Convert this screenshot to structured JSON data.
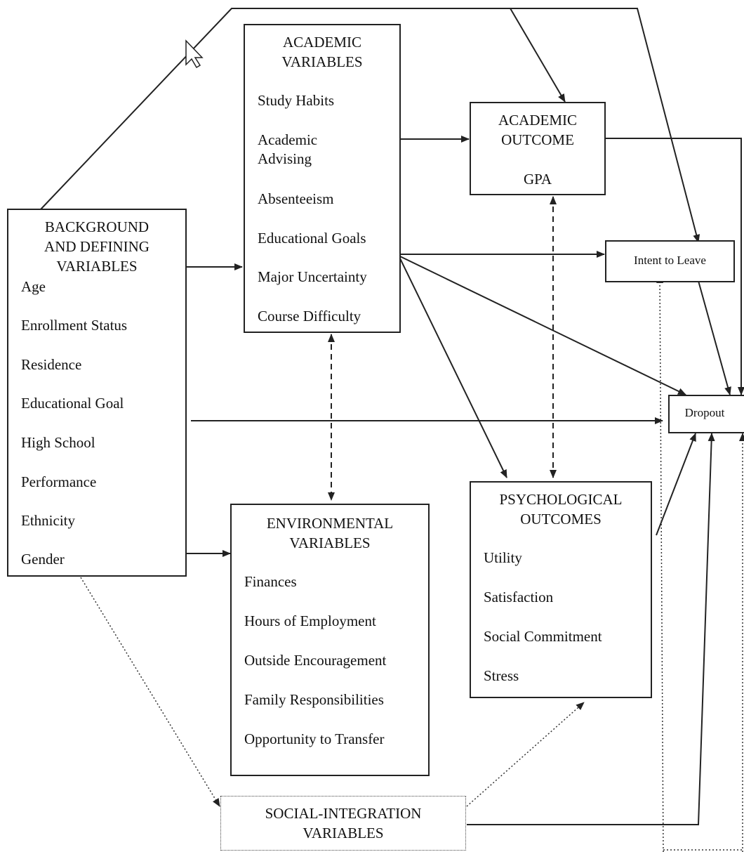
{
  "background": {
    "title_lines": [
      "BACKGROUND",
      "AND DEFINING",
      "VARIABLES"
    ],
    "items": [
      "Age",
      "Enrollment Status",
      "Residence",
      "Educational Goal",
      "High School",
      "Performance",
      "Ethnicity",
      "Gender"
    ]
  },
  "academic": {
    "title_lines": [
      "ACADEMIC",
      "VARIABLES"
    ],
    "items": [
      "Study Habits",
      "Academic",
      "Advising",
      "Absenteeism",
      "Educational Goals",
      "Major Uncertainty",
      "Course Difficulty"
    ]
  },
  "academic_outcome": {
    "title_lines": [
      "ACADEMIC",
      "OUTCOME"
    ],
    "items": [
      "GPA"
    ]
  },
  "intent": {
    "label": "Intent to Leave"
  },
  "dropout": {
    "label": "Dropout"
  },
  "environmental": {
    "title_lines": [
      "ENVIRONMENTAL",
      "VARIABLES"
    ],
    "items": [
      "Finances",
      "Hours of Employment",
      "Outside Encouragement",
      "Family Responsibilities",
      "Opportunity to Transfer"
    ]
  },
  "psychological": {
    "title_lines": [
      "PSYCHOLOGICAL",
      "OUTCOMES"
    ],
    "items": [
      "Utility",
      "Satisfaction",
      "Social Commitment",
      "Stress"
    ]
  },
  "social": {
    "title_lines": [
      "SOCIAL-INTEGRATION",
      "VARIABLES"
    ]
  },
  "colors": {
    "line": "#222222",
    "background": "#ffffff"
  }
}
